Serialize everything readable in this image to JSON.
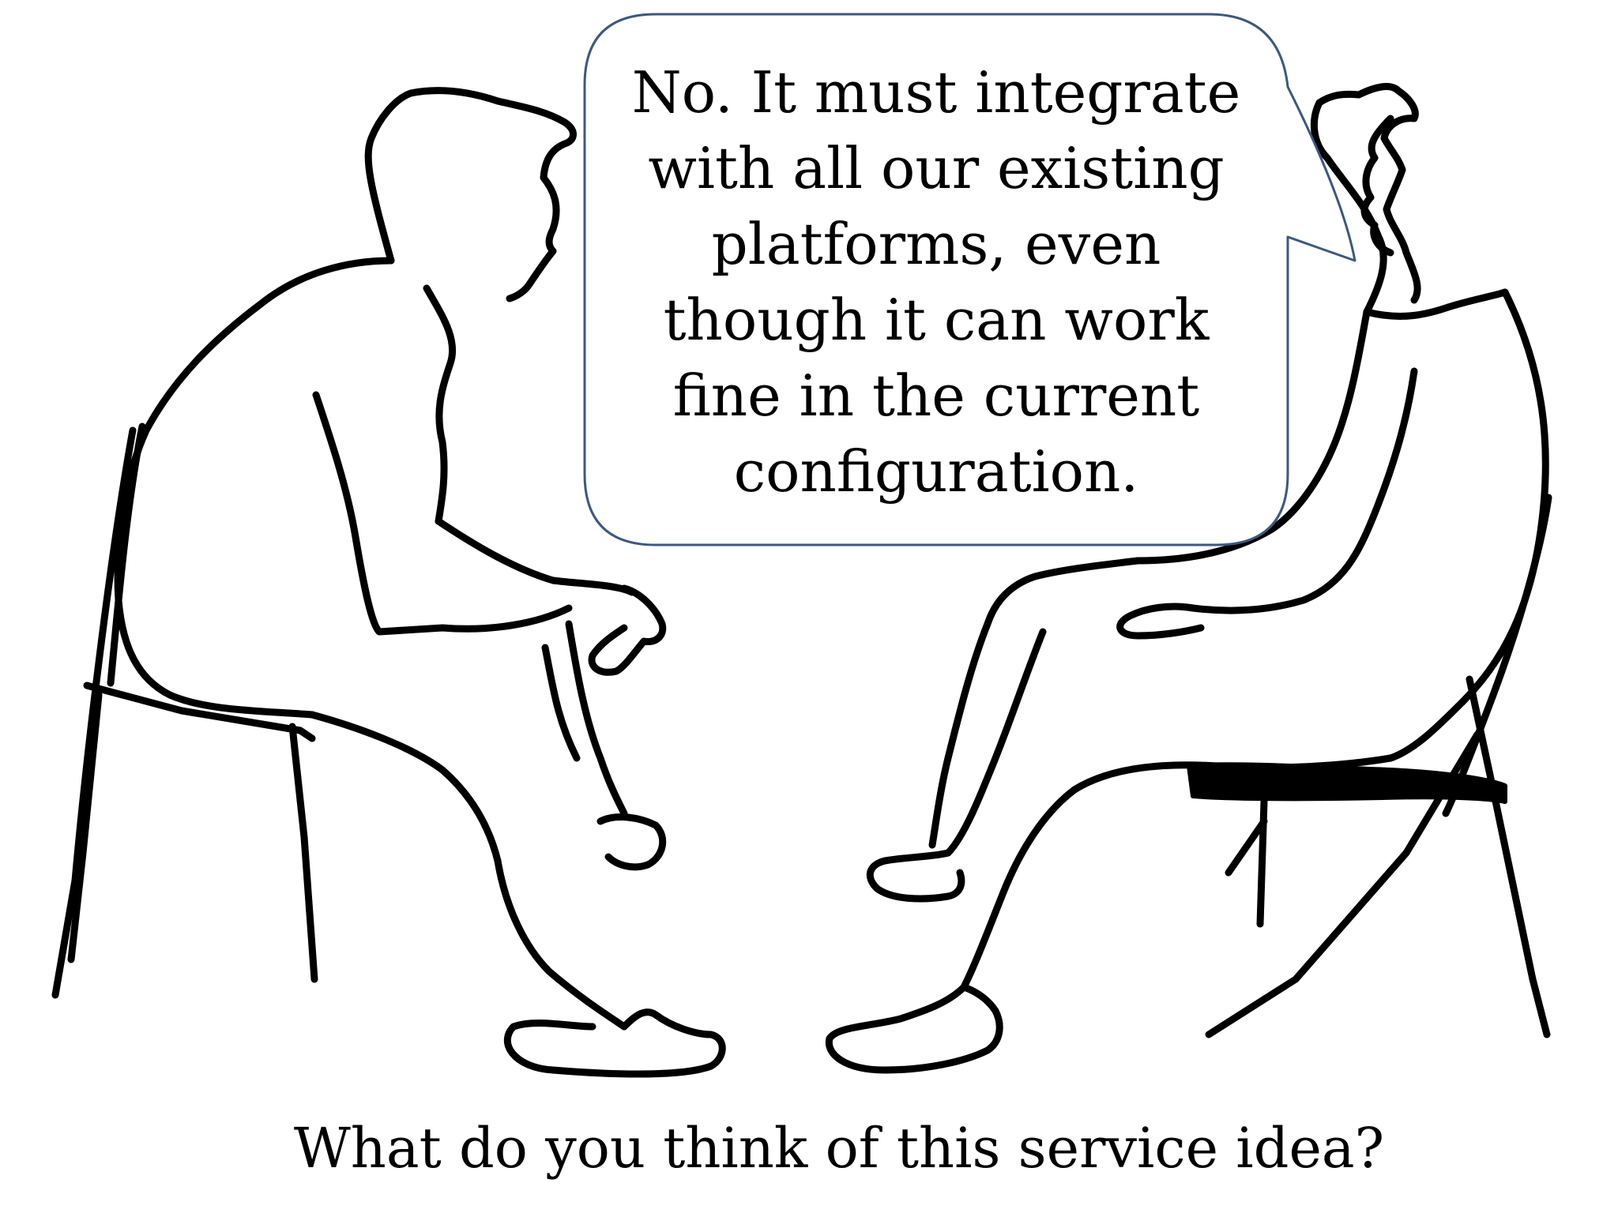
{
  "speech_bubble": {
    "lines": [
      "No. It must integrate",
      "with all our existing",
      "platforms, even",
      "though it can work",
      "fine in the current",
      "configuration."
    ],
    "border_color": "#3d5880"
  },
  "caption": "What do you think of this service idea?"
}
